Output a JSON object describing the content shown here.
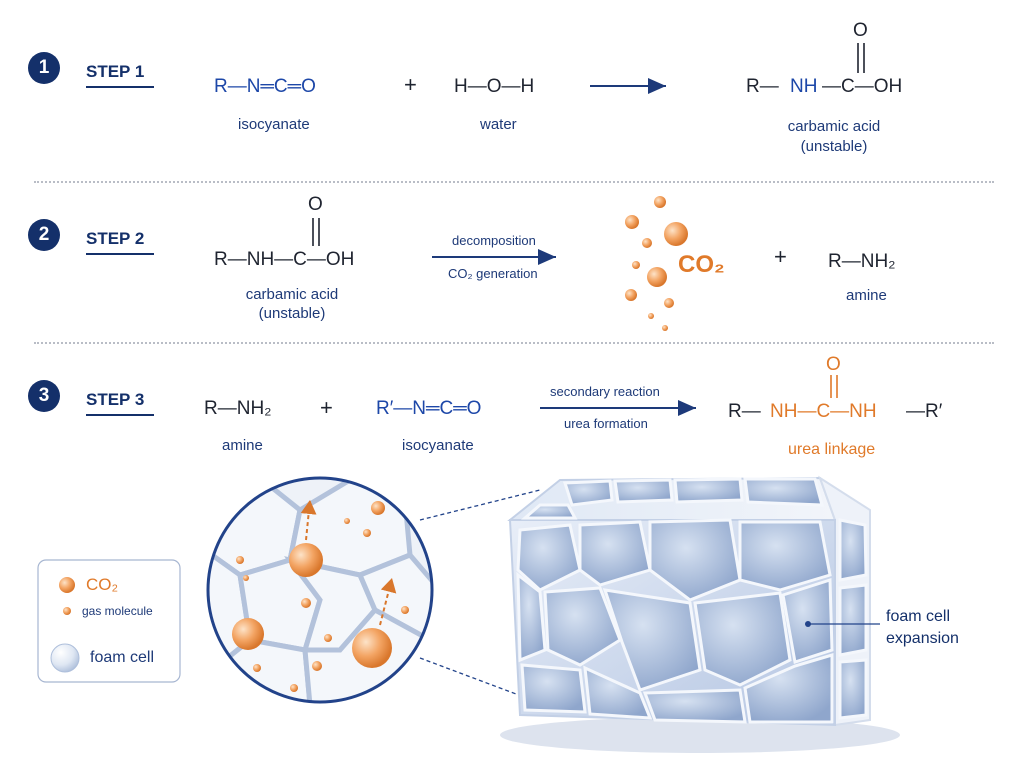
{
  "steps": [
    {
      "num": "1",
      "title": "STEP 1"
    },
    {
      "num": "2",
      "title": "STEP 2"
    },
    {
      "num": "3",
      "title": "STEP 3"
    }
  ],
  "step1": {
    "isocyanate_formula": "R—N═C═O",
    "isocyanate_label": "isocyanate",
    "plus": "+",
    "water_formula": "H—O—H",
    "water_label": "water",
    "product_R": "R—",
    "product_NH": "NH",
    "product_C": "—C—OH",
    "product_O": "O",
    "product_label1": "carbamic acid",
    "product_label2": "(unstable)"
  },
  "step2": {
    "reactant_R": "R—NH—C—OH",
    "reactant_O": "O",
    "reactant_label1": "carbamic acid",
    "reactant_label2": "(unstable)",
    "arrow_top": "decomposition",
    "arrow_bottom": "CO₂ generation",
    "gas": "CO₂",
    "plus": "+",
    "amine_formula": "R—NH₂",
    "amine_label": "amine"
  },
  "step3": {
    "amine_formula": "R—NH₂",
    "amine_label": "amine",
    "plus": "+",
    "isocyanate_formula": "R′—N═C═O",
    "isocyanate_label": "isocyanate",
    "arrow_top": "secondary reaction",
    "arrow_bottom": "urea formation",
    "urea_R": "R—",
    "urea_core": "NH—C—NH",
    "urea_end": "—R′",
    "urea_O": "O",
    "urea_label": "urea linkage"
  },
  "legend": {
    "co2": "CO₂",
    "gas": "gas molecule",
    "cell": "foam cell"
  },
  "callout": {
    "line1": "foam cell",
    "line2": "expansion"
  },
  "colors": {
    "navy": "#14306a",
    "blue_text": "#1d47a8",
    "orange": "#e07a2a",
    "foam": "#b9cbe6"
  }
}
